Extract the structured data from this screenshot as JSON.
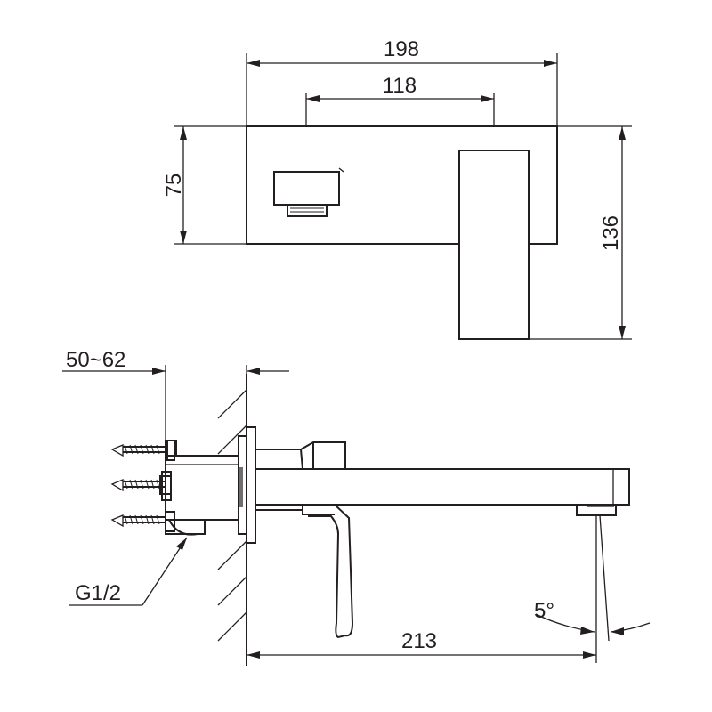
{
  "top_view": {
    "dim_overall_width": "198",
    "dim_outlet_spacing": "118",
    "dim_plate_height": "75",
    "dim_spout_depth": "136"
  },
  "side_view": {
    "dim_wall_depth": "50~62",
    "thread_size": "G1/2",
    "dim_spout_reach": "213",
    "spout_angle": "5°"
  },
  "colors": {
    "line": "#231f20",
    "background": "#ffffff"
  }
}
